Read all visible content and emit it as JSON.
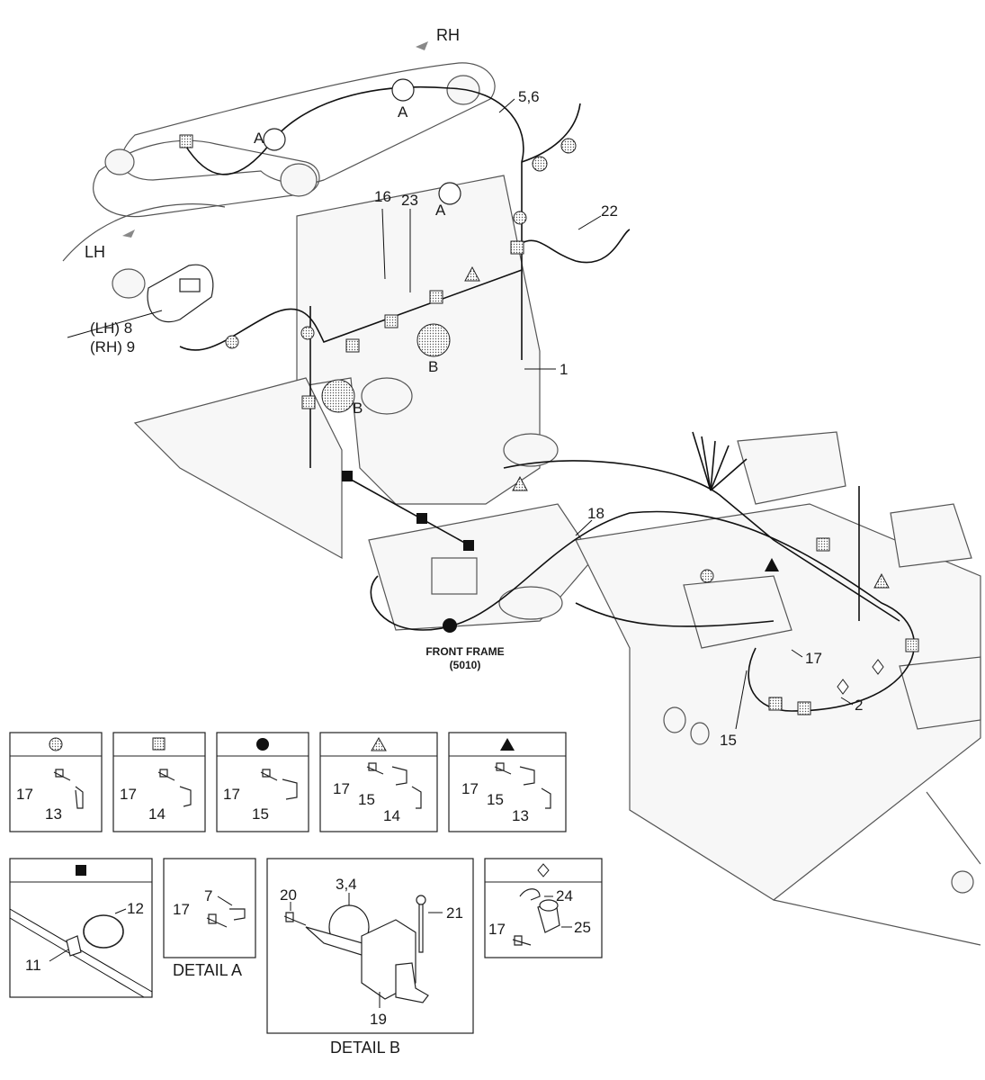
{
  "diagram": {
    "callouts": {
      "rh": "RH",
      "lh": "LH",
      "a1": "A",
      "a2": "A",
      "a3": "A",
      "b1": "B",
      "b2": "B",
      "p56": "5,6",
      "p16": "16",
      "p23": "23",
      "p22": "22",
      "p1": "1",
      "p8": "(LH) 8",
      "p9": "(RH) 9",
      "p18": "18",
      "p17": "17",
      "p2": "2",
      "p15": "15",
      "front_frame": "FRONT FRAME",
      "front_frame_code": "(5010)"
    },
    "legend_boxes": [
      {
        "symbol": "dotted-circle",
        "labels": [
          "17",
          "13"
        ]
      },
      {
        "symbol": "dotted-square",
        "labels": [
          "17",
          "14"
        ]
      },
      {
        "symbol": "black-circle",
        "labels": [
          "17",
          "15"
        ]
      },
      {
        "symbol": "dotted-triangle",
        "labels": [
          "17",
          "15",
          "14"
        ]
      },
      {
        "symbol": "black-triangle",
        "labels": [
          "17",
          "15",
          "13"
        ]
      }
    ],
    "clamp_box": {
      "symbol": "black-square",
      "labels": [
        "12",
        "11"
      ]
    },
    "detail_a": {
      "title": "DETAIL A",
      "labels": [
        "7",
        "17"
      ]
    },
    "detail_b": {
      "title": "DETAIL B",
      "labels": [
        "20",
        "3,4",
        "21",
        "19"
      ]
    },
    "diamond_box": {
      "symbol": "diamond",
      "labels": [
        "24",
        "17",
        "25"
      ]
    }
  }
}
